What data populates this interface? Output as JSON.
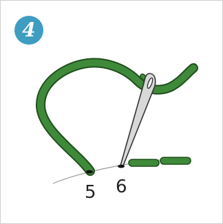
{
  "step": {
    "number": "4",
    "color": "#3e9dc0"
  },
  "diagram": {
    "thread_color": "#3f8a3a",
    "thread_outline": "#1f4f1c",
    "needle_color": "#d8d8d8",
    "points": [
      {
        "label": "5"
      },
      {
        "label": "6"
      }
    ]
  }
}
